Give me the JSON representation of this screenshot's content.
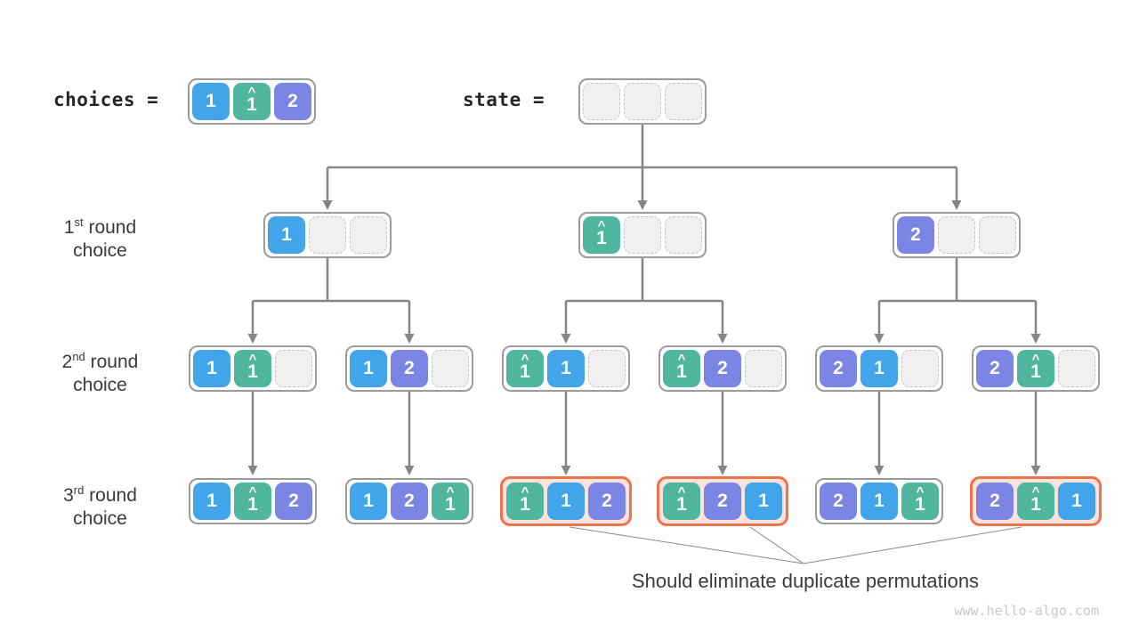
{
  "labels": {
    "choices": "choices =",
    "state": "state ="
  },
  "rows": [
    {
      "num": "1",
      "sup": "st",
      "rest": " round",
      "line2": "choice"
    },
    {
      "num": "2",
      "sup": "nd",
      "rest": " round",
      "line2": "choice"
    },
    {
      "num": "3",
      "sup": "rd",
      "rest": " round",
      "line2": "choice"
    }
  ],
  "caption": "Should eliminate duplicate permutations",
  "watermark": "www.hello-algo.com",
  "glyphs": {
    "hat": "^"
  },
  "cell_styles": {
    "1": {
      "label": "1",
      "color": "#42a4e9",
      "hat": false
    },
    "1h": {
      "label": "1",
      "color": "#50b6a0",
      "hat": true
    },
    "2": {
      "label": "2",
      "color": "#7b85e4",
      "hat": false
    }
  },
  "colors": {
    "connector": "#868686",
    "callout": "#8a8a8a",
    "boxborder": "#9b9b9b",
    "emptyfill": "#f0f0f0",
    "emptyborder": "#c4c4c4",
    "dupborder": "#f0724a",
    "dupfill": "#fbe3dc",
    "labeltext": "#262626",
    "rowtext": "#3a3a3a",
    "watermark": "#c9c9c9"
  },
  "tree": {
    "choices": {
      "cells": [
        "1",
        "1h",
        "2"
      ]
    },
    "state": {
      "cells": [
        "",
        "",
        ""
      ]
    },
    "round1": [
      {
        "cells": [
          "1",
          "",
          ""
        ]
      },
      {
        "cells": [
          "1h",
          "",
          ""
        ]
      },
      {
        "cells": [
          "2",
          "",
          ""
        ]
      }
    ],
    "round2": [
      {
        "cells": [
          "1",
          "1h",
          ""
        ]
      },
      {
        "cells": [
          "1",
          "2",
          ""
        ]
      },
      {
        "cells": [
          "1h",
          "1",
          ""
        ]
      },
      {
        "cells": [
          "1h",
          "2",
          ""
        ]
      },
      {
        "cells": [
          "2",
          "1",
          ""
        ]
      },
      {
        "cells": [
          "2",
          "1h",
          ""
        ]
      }
    ],
    "round3": [
      {
        "cells": [
          "1",
          "1h",
          "2"
        ],
        "duplicate": false
      },
      {
        "cells": [
          "1",
          "2",
          "1h"
        ],
        "duplicate": false
      },
      {
        "cells": [
          "1h",
          "1",
          "2"
        ],
        "duplicate": true
      },
      {
        "cells": [
          "1h",
          "2",
          "1"
        ],
        "duplicate": true
      },
      {
        "cells": [
          "2",
          "1",
          "1h"
        ],
        "duplicate": false
      },
      {
        "cells": [
          "2",
          "1h",
          "1"
        ],
        "duplicate": true
      }
    ]
  }
}
